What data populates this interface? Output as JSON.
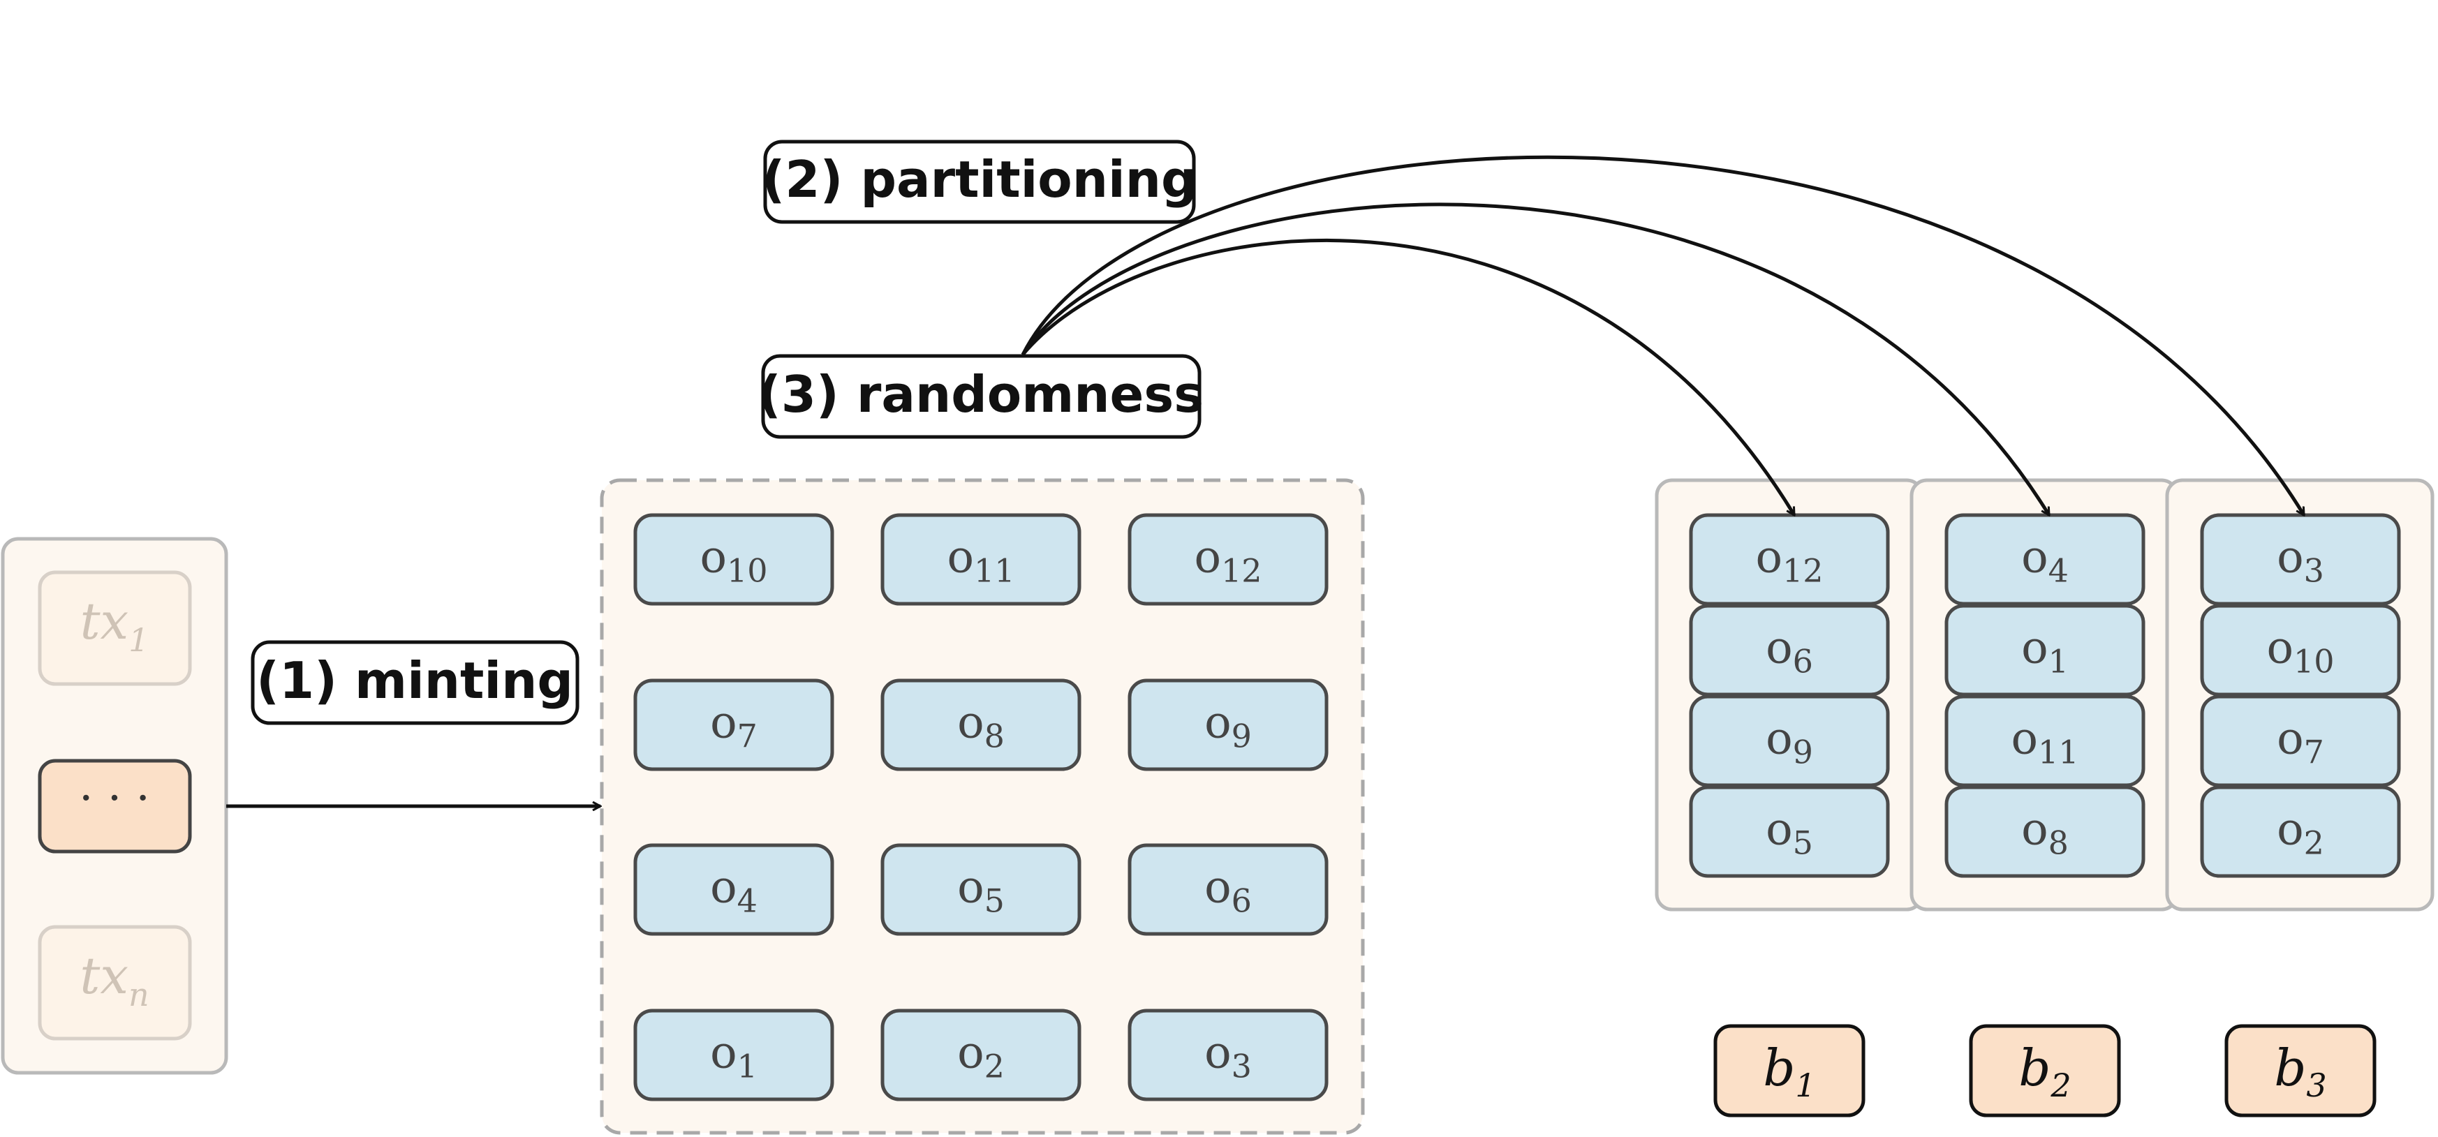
{
  "labels": {
    "minting": "(1) minting",
    "partitioning": "(2) partitioning",
    "randomness": "(3) randomness"
  },
  "transactions": {
    "first": {
      "base": "tx",
      "sub": "1"
    },
    "middle": "· · ·",
    "last": {
      "base": "tx",
      "sub": "n"
    }
  },
  "object_prefix": "o",
  "pool_grid": [
    [
      "10",
      "11",
      "12"
    ],
    [
      "7",
      "8",
      "9"
    ],
    [
      "4",
      "5",
      "6"
    ],
    [
      "1",
      "2",
      "3"
    ]
  ],
  "buckets": [
    {
      "objects": [
        "12",
        "6",
        "9",
        "5"
      ],
      "label": {
        "base": "b",
        "sub": "1"
      }
    },
    {
      "objects": [
        "4",
        "1",
        "11",
        "8"
      ],
      "label": {
        "base": "b",
        "sub": "2"
      }
    },
    {
      "objects": [
        "3",
        "10",
        "7",
        "2"
      ],
      "label": {
        "base": "b",
        "sub": "3"
      }
    }
  ],
  "colors": {
    "object_fill": "#cfe5ef",
    "object_stroke": "#4a4a4a",
    "panel_fill": "#fdf7f0",
    "panel_stroke": "#b9b9b9",
    "highlight_fill": "#fbe0c8",
    "arrow": "#111111"
  }
}
